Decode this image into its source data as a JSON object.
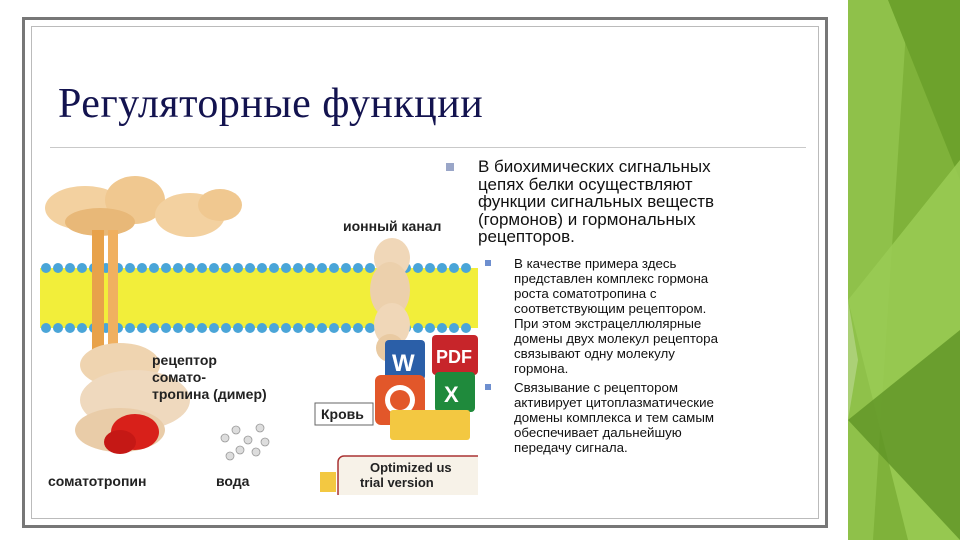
{
  "title": "Регуляторные функции",
  "bullets": {
    "main": [
      "В биохимических сигнальных",
      "цепях белки осуществляют",
      "функции сигнальных веществ",
      "(гормонов) и гормональных",
      "рецепторов."
    ],
    "sub": [
      {
        "lines": [
          "В качестве примера здесь",
          "представлен комплекс гормона",
          "роста соматотропина с",
          "соответствующим рецептором.",
          "При этом экстрацеллюлярные",
          "домены двух молекул рецептора",
          "связывают одну молекулу",
          "гормона."
        ]
      },
      {
        "lines": [
          "Связывание с рецептором",
          "активирует цитоплазматические",
          "домены комплекса и тем самым",
          "обеспечивает дальнейшую",
          "передачу сигнала."
        ]
      }
    ]
  },
  "figure": {
    "labels": {
      "ion_channel": "ионный канал",
      "receptor_1": "рецептор",
      "receptor_2": "сомато-",
      "receptor_3": "тропина (димер)",
      "blood": "Кровь",
      "somatotropin": "соматотропин",
      "water": "вода",
      "watermark_1": "Optimized us",
      "watermark_2": "trial version",
      "icon_w": "W",
      "icon_pdf": "PDF",
      "icon_x": "X"
    }
  },
  "colors": {
    "title": "#13134f",
    "accent_green": "#7fb23a",
    "membrane_yellow": "#f2ee3a",
    "membrane_blue": "#4aa5d8",
    "somatotropin_red": "#d8201a"
  }
}
